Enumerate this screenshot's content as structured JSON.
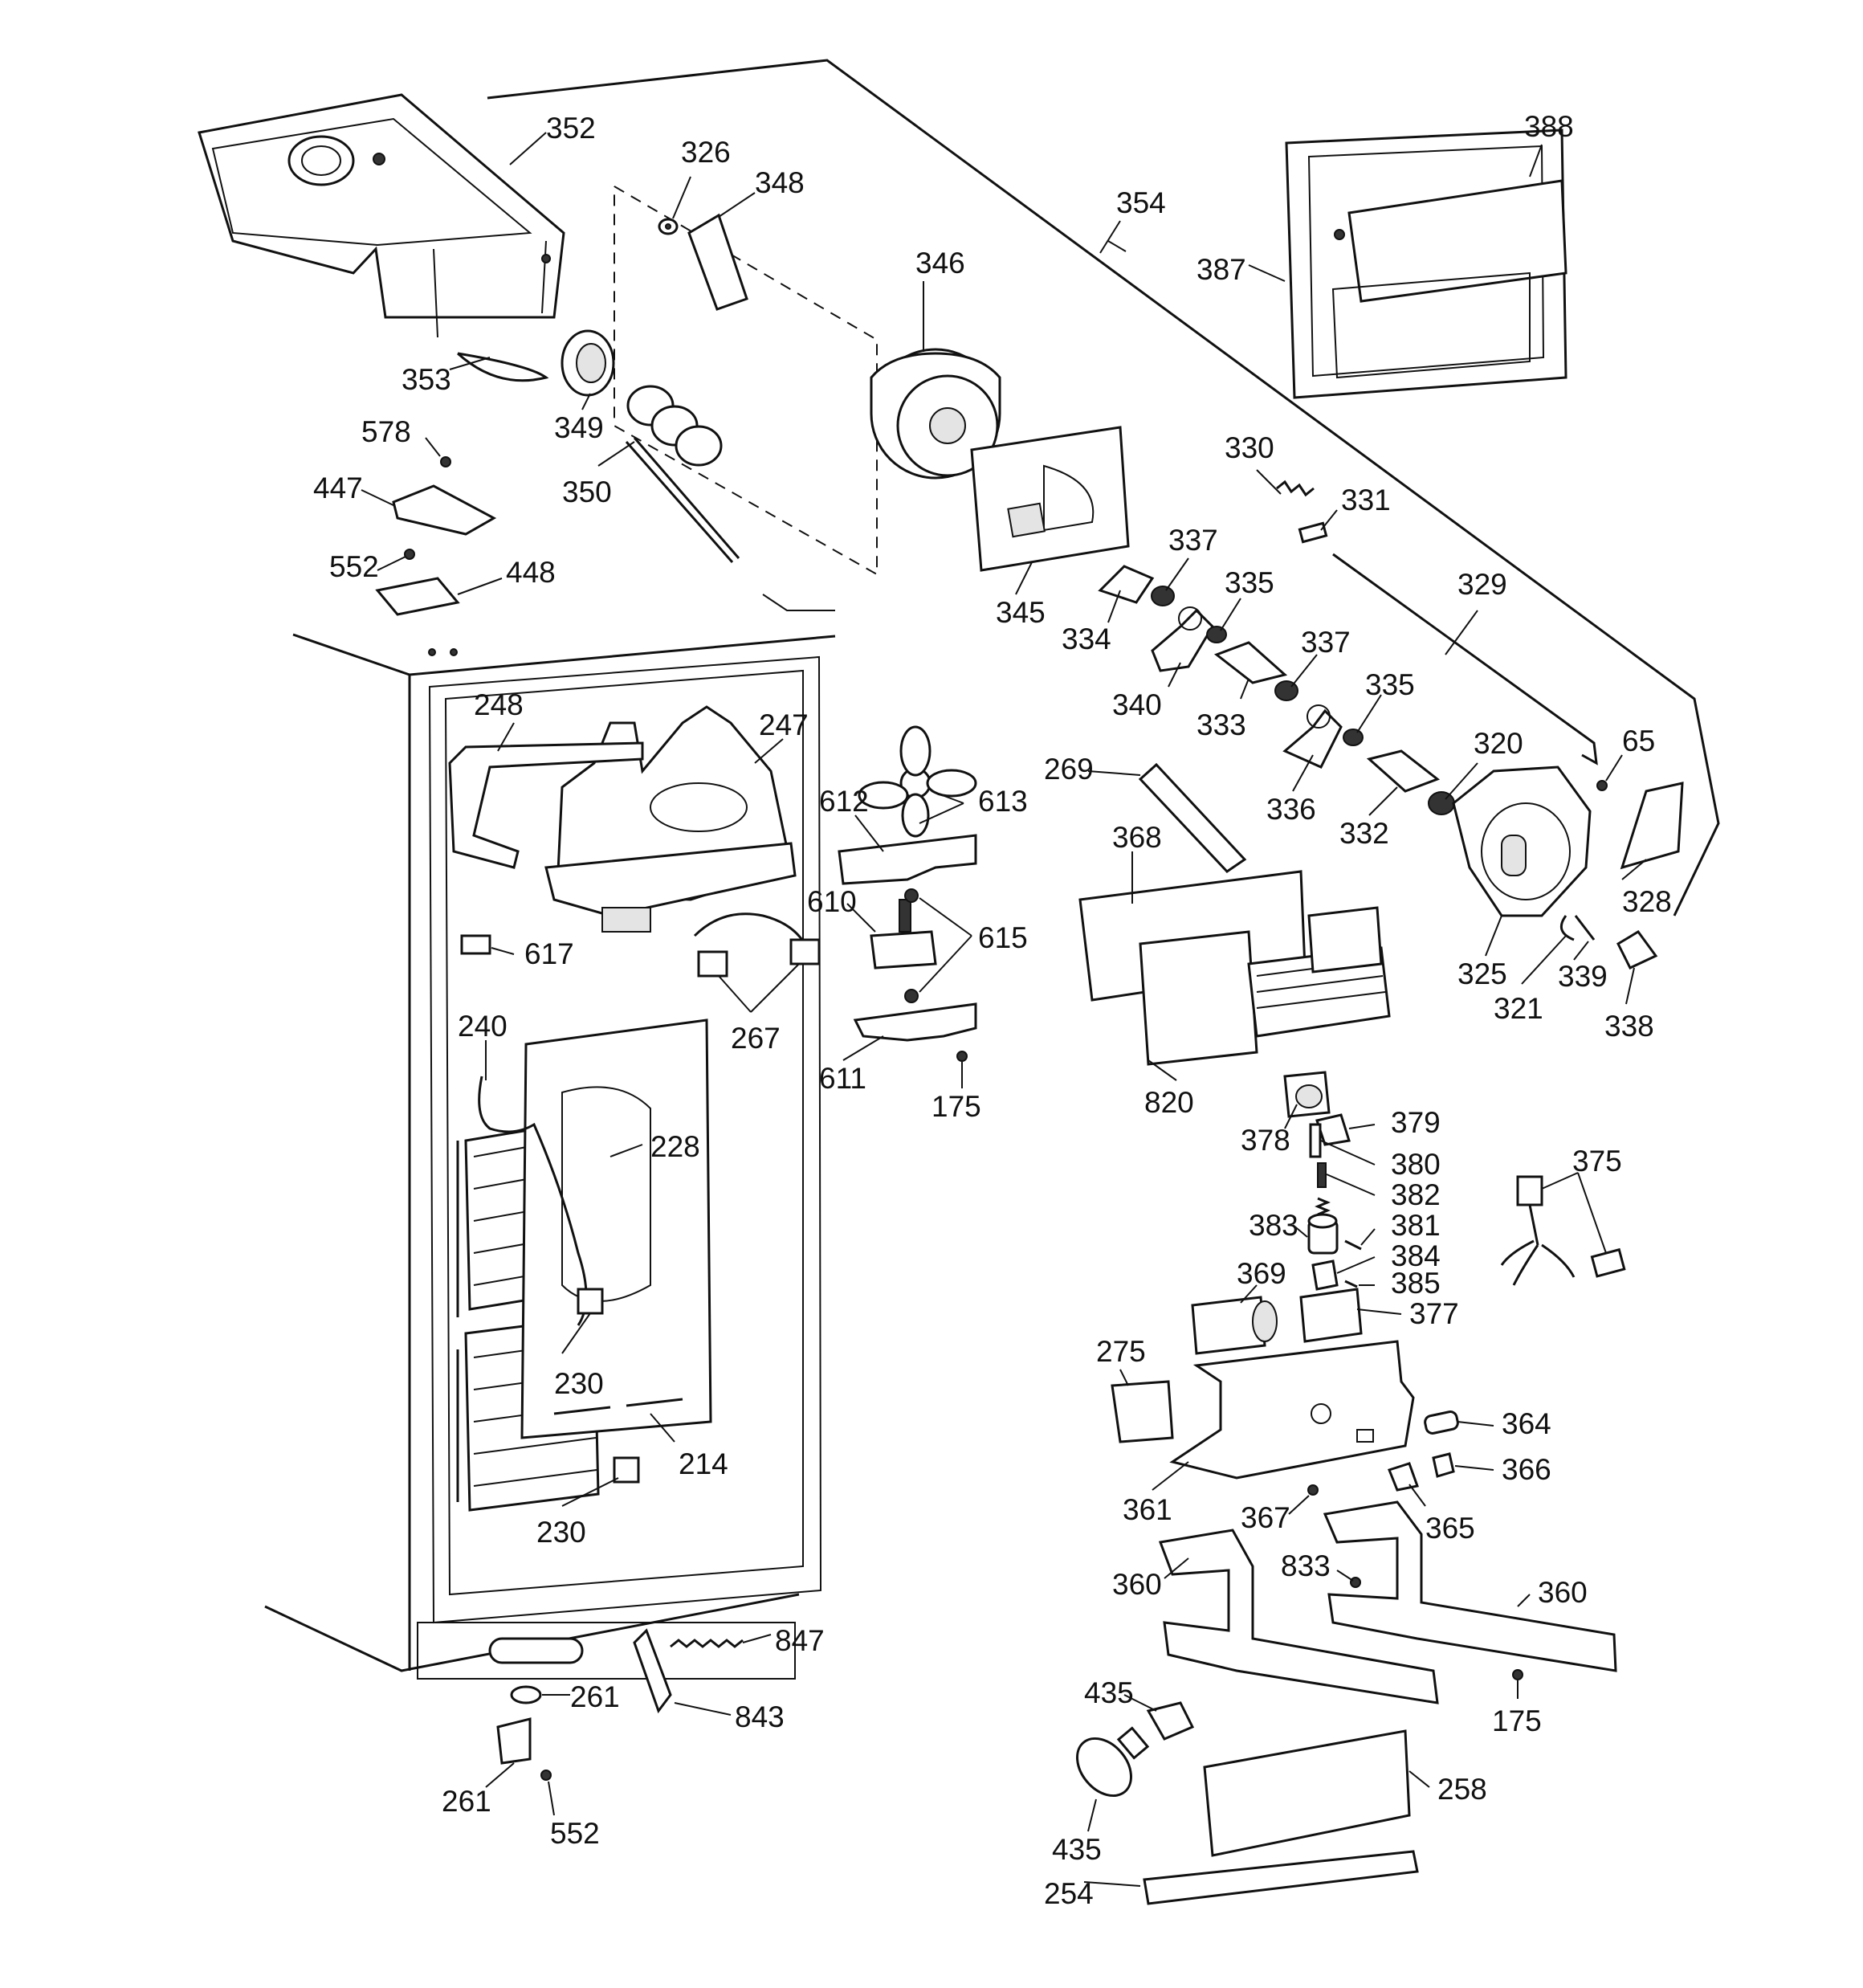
{
  "diagram": {
    "callouts": [
      {
        "id": "352",
        "text": "352"
      },
      {
        "id": "326",
        "text": "326"
      },
      {
        "id": "348",
        "text": "348"
      },
      {
        "id": "346",
        "text": "346"
      },
      {
        "id": "354",
        "text": "354"
      },
      {
        "id": "388",
        "text": "388"
      },
      {
        "id": "387",
        "text": "387"
      },
      {
        "id": "353",
        "text": "353"
      },
      {
        "id": "349",
        "text": "349"
      },
      {
        "id": "350",
        "text": "350"
      },
      {
        "id": "578",
        "text": "578"
      },
      {
        "id": "447",
        "text": "447"
      },
      {
        "id": "552a",
        "text": "552"
      },
      {
        "id": "448",
        "text": "448"
      },
      {
        "id": "345",
        "text": "345"
      },
      {
        "id": "330",
        "text": "330"
      },
      {
        "id": "331",
        "text": "331"
      },
      {
        "id": "337a",
        "text": "337"
      },
      {
        "id": "335a",
        "text": "335"
      },
      {
        "id": "329",
        "text": "329"
      },
      {
        "id": "334",
        "text": "334"
      },
      {
        "id": "340",
        "text": "340"
      },
      {
        "id": "333",
        "text": "333"
      },
      {
        "id": "337b",
        "text": "337"
      },
      {
        "id": "335b",
        "text": "335"
      },
      {
        "id": "336",
        "text": "336"
      },
      {
        "id": "332",
        "text": "332"
      },
      {
        "id": "320",
        "text": "320"
      },
      {
        "id": "65",
        "text": "65"
      },
      {
        "id": "328",
        "text": "328"
      },
      {
        "id": "325",
        "text": "325"
      },
      {
        "id": "321",
        "text": "321"
      },
      {
        "id": "339",
        "text": "339"
      },
      {
        "id": "338",
        "text": "338"
      },
      {
        "id": "248",
        "text": "248"
      },
      {
        "id": "247",
        "text": "247"
      },
      {
        "id": "612",
        "text": "612"
      },
      {
        "id": "613",
        "text": "613"
      },
      {
        "id": "269",
        "text": "269"
      },
      {
        "id": "368",
        "text": "368"
      },
      {
        "id": "610",
        "text": "610"
      },
      {
        "id": "615",
        "text": "615"
      },
      {
        "id": "617",
        "text": "617"
      },
      {
        "id": "267",
        "text": "267"
      },
      {
        "id": "240",
        "text": "240"
      },
      {
        "id": "611",
        "text": "611"
      },
      {
        "id": "175a",
        "text": "175"
      },
      {
        "id": "820",
        "text": "820"
      },
      {
        "id": "228",
        "text": "228"
      },
      {
        "id": "378",
        "text": "378"
      },
      {
        "id": "379",
        "text": "379"
      },
      {
        "id": "380",
        "text": "380"
      },
      {
        "id": "375",
        "text": "375"
      },
      {
        "id": "382",
        "text": "382"
      },
      {
        "id": "383",
        "text": "383"
      },
      {
        "id": "381",
        "text": "381"
      },
      {
        "id": "384",
        "text": "384"
      },
      {
        "id": "385",
        "text": "385"
      },
      {
        "id": "369",
        "text": "369"
      },
      {
        "id": "377",
        "text": "377"
      },
      {
        "id": "275",
        "text": "275"
      },
      {
        "id": "230a",
        "text": "230"
      },
      {
        "id": "214",
        "text": "214"
      },
      {
        "id": "364",
        "text": "364"
      },
      {
        "id": "366",
        "text": "366"
      },
      {
        "id": "361",
        "text": "361"
      },
      {
        "id": "367",
        "text": "367"
      },
      {
        "id": "365",
        "text": "365"
      },
      {
        "id": "230b",
        "text": "230"
      },
      {
        "id": "833",
        "text": "833"
      },
      {
        "id": "360a",
        "text": "360"
      },
      {
        "id": "360b",
        "text": "360"
      },
      {
        "id": "847",
        "text": "847"
      },
      {
        "id": "261a",
        "text": "261"
      },
      {
        "id": "843",
        "text": "843"
      },
      {
        "id": "175b",
        "text": "175"
      },
      {
        "id": "435a",
        "text": "435"
      },
      {
        "id": "261b",
        "text": "261"
      },
      {
        "id": "552b",
        "text": "552"
      },
      {
        "id": "258",
        "text": "258"
      },
      {
        "id": "435b",
        "text": "435"
      },
      {
        "id": "254",
        "text": "254"
      }
    ]
  }
}
